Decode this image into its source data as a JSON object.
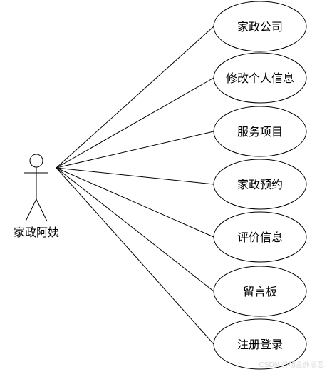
{
  "actor": {
    "label": "家政阿姨"
  },
  "use_cases": [
    {
      "label": "家政公司"
    },
    {
      "label": "修改个人信息"
    },
    {
      "label": "服务项目"
    },
    {
      "label": "家政预约"
    },
    {
      "label": "评价信息"
    },
    {
      "label": "留言板"
    },
    {
      "label": "注册登录"
    }
  ],
  "watermark": "CSDN @旭金@思恋",
  "colors": {
    "line": "#000000",
    "background": "#ffffff",
    "watermark": "#d8d8d8"
  }
}
